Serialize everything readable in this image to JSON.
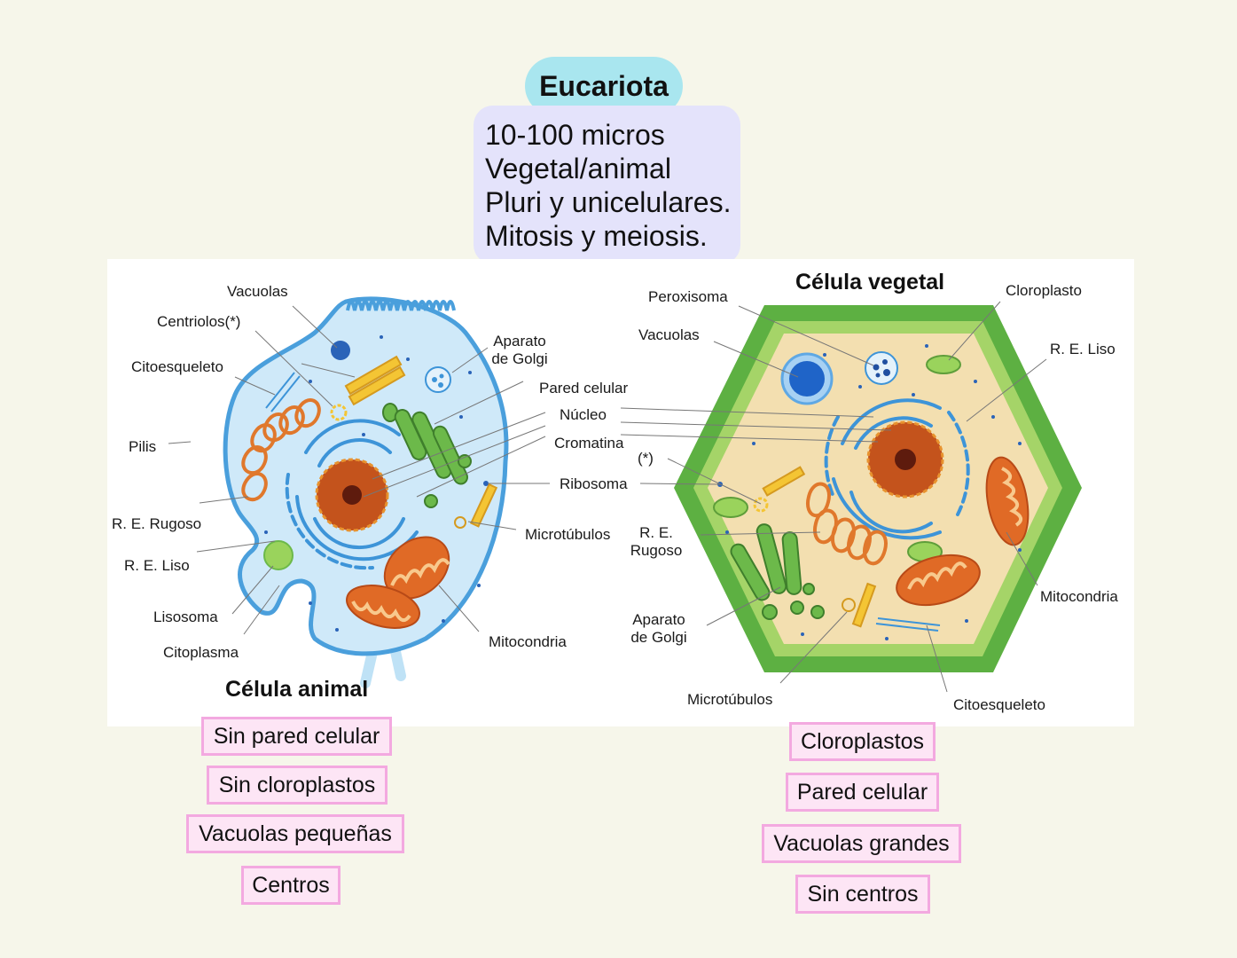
{
  "header": {
    "title": "Eucariota",
    "info_lines": [
      "10-100 micros",
      "Vegetal/animal",
      "Pluri y unicelulares.",
      "Mitosis y meiosis."
    ]
  },
  "animal": {
    "title": "Célula animal",
    "labels": {
      "vacuolas": "Vacuolas",
      "centriolos": "Centriolos(*)",
      "citoesqueleto": "Citoesqueleto",
      "pilis": "Pilis",
      "re_rugoso": "R. E. Rugoso",
      "re_liso": "R. E. Liso",
      "lisosoma": "Lisosoma",
      "citoplasma": "Citoplasma",
      "aparato_golgi": "Aparato\nde Golgi",
      "mitocondria": "Mitocondria",
      "microtubulos": "Microtúbulos"
    },
    "features": [
      "Sin pared celular",
      "Sin cloroplastos",
      "Vacuolas pequeñas",
      "Centros"
    ]
  },
  "shared_labels": {
    "pared_celular": "Pared celular",
    "nucleo": "Núcleo",
    "cromatina": "Cromatina",
    "ribosoma": "Ribosoma"
  },
  "plant": {
    "title": "Célula vegetal",
    "labels": {
      "peroxisoma": "Peroxisoma",
      "vacuolas": "Vacuolas",
      "cloroplasto": "Cloroplasto",
      "re_liso": "R. E. Liso",
      "asterisk": "(*)",
      "re_rugoso": "R. E.\nRugoso",
      "mitocondria": "Mitocondria",
      "aparato_golgi": "Aparato\nde Golgi",
      "microtubulos": "Microtúbulos",
      "citoesqueleto": "Citoesqueleto"
    },
    "features": [
      "Cloroplastos",
      "Pared celular",
      "Vacuolas grandes",
      "Sin centros"
    ]
  },
  "colors": {
    "background": "#f6f6ea",
    "title_pill": "#a9e6ef",
    "info_box": "#e4e3fb",
    "tag_fill": "#fde5f5",
    "tag_border": "#f3a9e0",
    "animal_cytoplasm": "#cfe9f9",
    "animal_membrane": "#4a9fdc",
    "plant_wall": "#5db042",
    "plant_cytoplasm": "#f3dfb0",
    "nucleus": "#c4531c",
    "mitochondria": "#e06a26",
    "golgi_green": "#6cb94a"
  },
  "icons": [
    "nucleus-icon",
    "mitochondria-icon",
    "chloroplast-icon",
    "vacuole-icon",
    "golgi-icon",
    "centriole-icon",
    "lysosome-icon",
    "peroxisome-icon"
  ]
}
